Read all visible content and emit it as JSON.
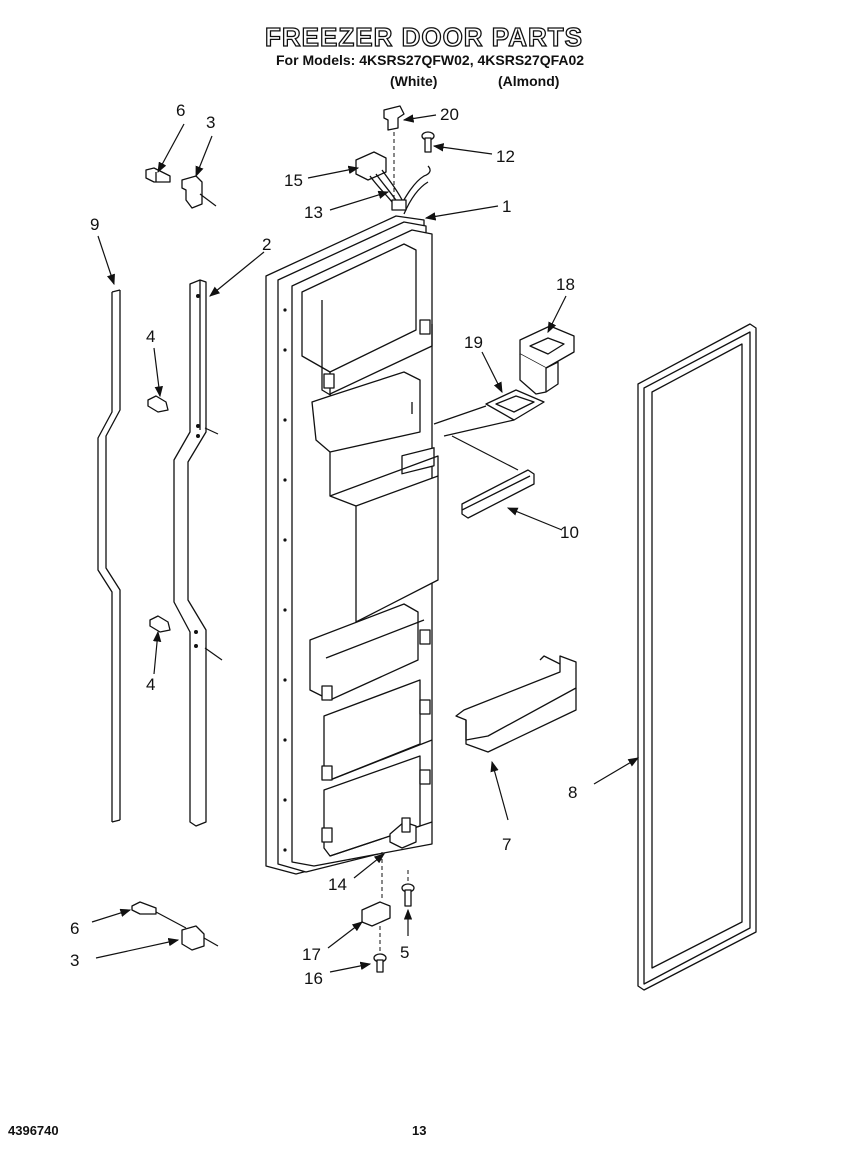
{
  "header": {
    "title": "FREEZER DOOR PARTS",
    "models_line": "For Models: 4KSRS27QFW02, 4KSRS27QFA02",
    "variant_white": "(White)",
    "variant_almond": "(Almond)"
  },
  "footer": {
    "doc_number": "4396740",
    "page_number": "13"
  },
  "callouts": {
    "n1": "1",
    "n2": "2",
    "n3a": "3",
    "n3b": "3",
    "n4a": "4",
    "n4b": "4",
    "n5": "5",
    "n6a": "6",
    "n6b": "6",
    "n7": "7",
    "n8": "8",
    "n9": "9",
    "n10": "10",
    "n12": "12",
    "n13": "13",
    "n14": "14",
    "n15": "15",
    "n16": "16",
    "n17": "17",
    "n18": "18",
    "n19": "19",
    "n20": "20"
  }
}
